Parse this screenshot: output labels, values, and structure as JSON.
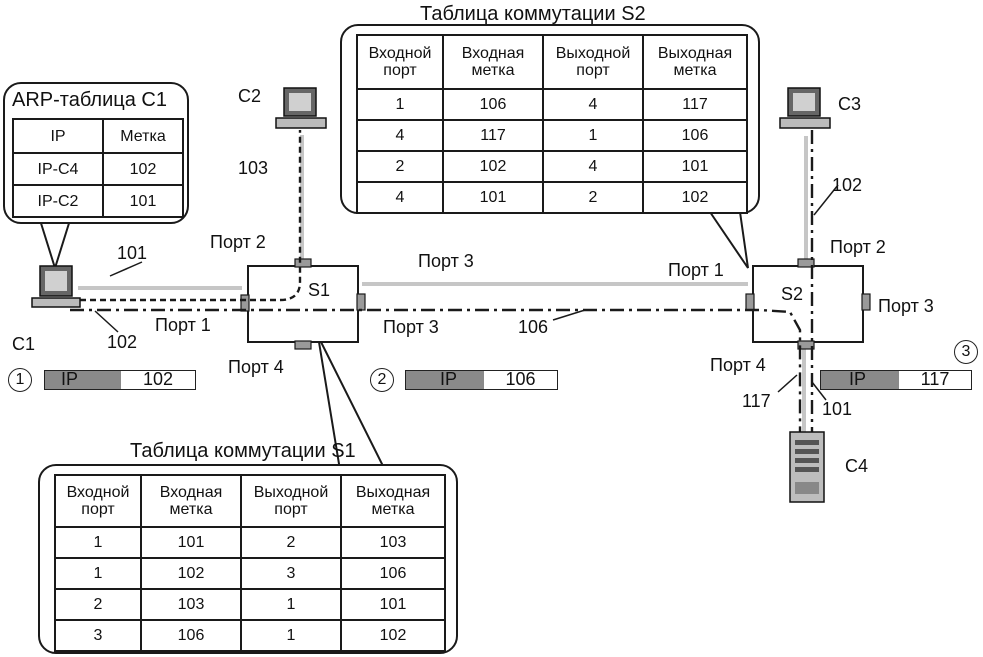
{
  "colors": {
    "line": "#1a1a1a",
    "link": "#c6c6c6",
    "packet_ip": "#8a8a8a",
    "port": "#9a9a9a"
  },
  "nodes": {
    "c1": "C1",
    "c2": "C2",
    "c3": "C3",
    "c4": "C4",
    "s1": "S1",
    "s2": "S2"
  },
  "ports": {
    "s1_port2": "Порт 2",
    "s1_port1": "Порт 1",
    "s1_port3": "Порт 3",
    "s1_port4": "Порт 4",
    "s2_port1": "Порт 1",
    "s2_port2": "Порт 2",
    "s2_port3": "Порт 3",
    "s2_port4": "Порт 4",
    "link_s1_s2": "Порт 3"
  },
  "link_labels": {
    "c1_top": "101",
    "c1_bottom": "102",
    "c2": "103",
    "s1_s2": "106",
    "c3": "102",
    "c4_left": "117",
    "c4_right": "101"
  },
  "packets": [
    {
      "step": "1",
      "ip": "IP",
      "label": "102"
    },
    {
      "step": "2",
      "ip": "IP",
      "label": "106"
    },
    {
      "step": "3",
      "ip": "IP",
      "label": "117"
    }
  ],
  "arp_table": {
    "title": "ARP-таблица C1",
    "headers": [
      "IP",
      "Метка"
    ],
    "rows": [
      [
        "IP-C4",
        "102"
      ],
      [
        "IP-C2",
        "101"
      ]
    ]
  },
  "table_s2": {
    "title": "Таблица коммутации S2",
    "headers": [
      "Входной порт",
      "Входная метка",
      "Выходной порт",
      "Выходная метка"
    ],
    "rows": [
      [
        "1",
        "106",
        "4",
        "117"
      ],
      [
        "4",
        "117",
        "1",
        "106"
      ],
      [
        "2",
        "102",
        "4",
        "101"
      ],
      [
        "4",
        "101",
        "2",
        "102"
      ]
    ]
  },
  "table_s1": {
    "title": "Таблица коммутации S1",
    "headers": [
      "Входной порт",
      "Входная метка",
      "Выходной порт",
      "Выходная метка"
    ],
    "rows": [
      [
        "1",
        "101",
        "2",
        "103"
      ],
      [
        "1",
        "102",
        "3",
        "106"
      ],
      [
        "2",
        "103",
        "1",
        "101"
      ],
      [
        "3",
        "106",
        "1",
        "102"
      ]
    ]
  }
}
